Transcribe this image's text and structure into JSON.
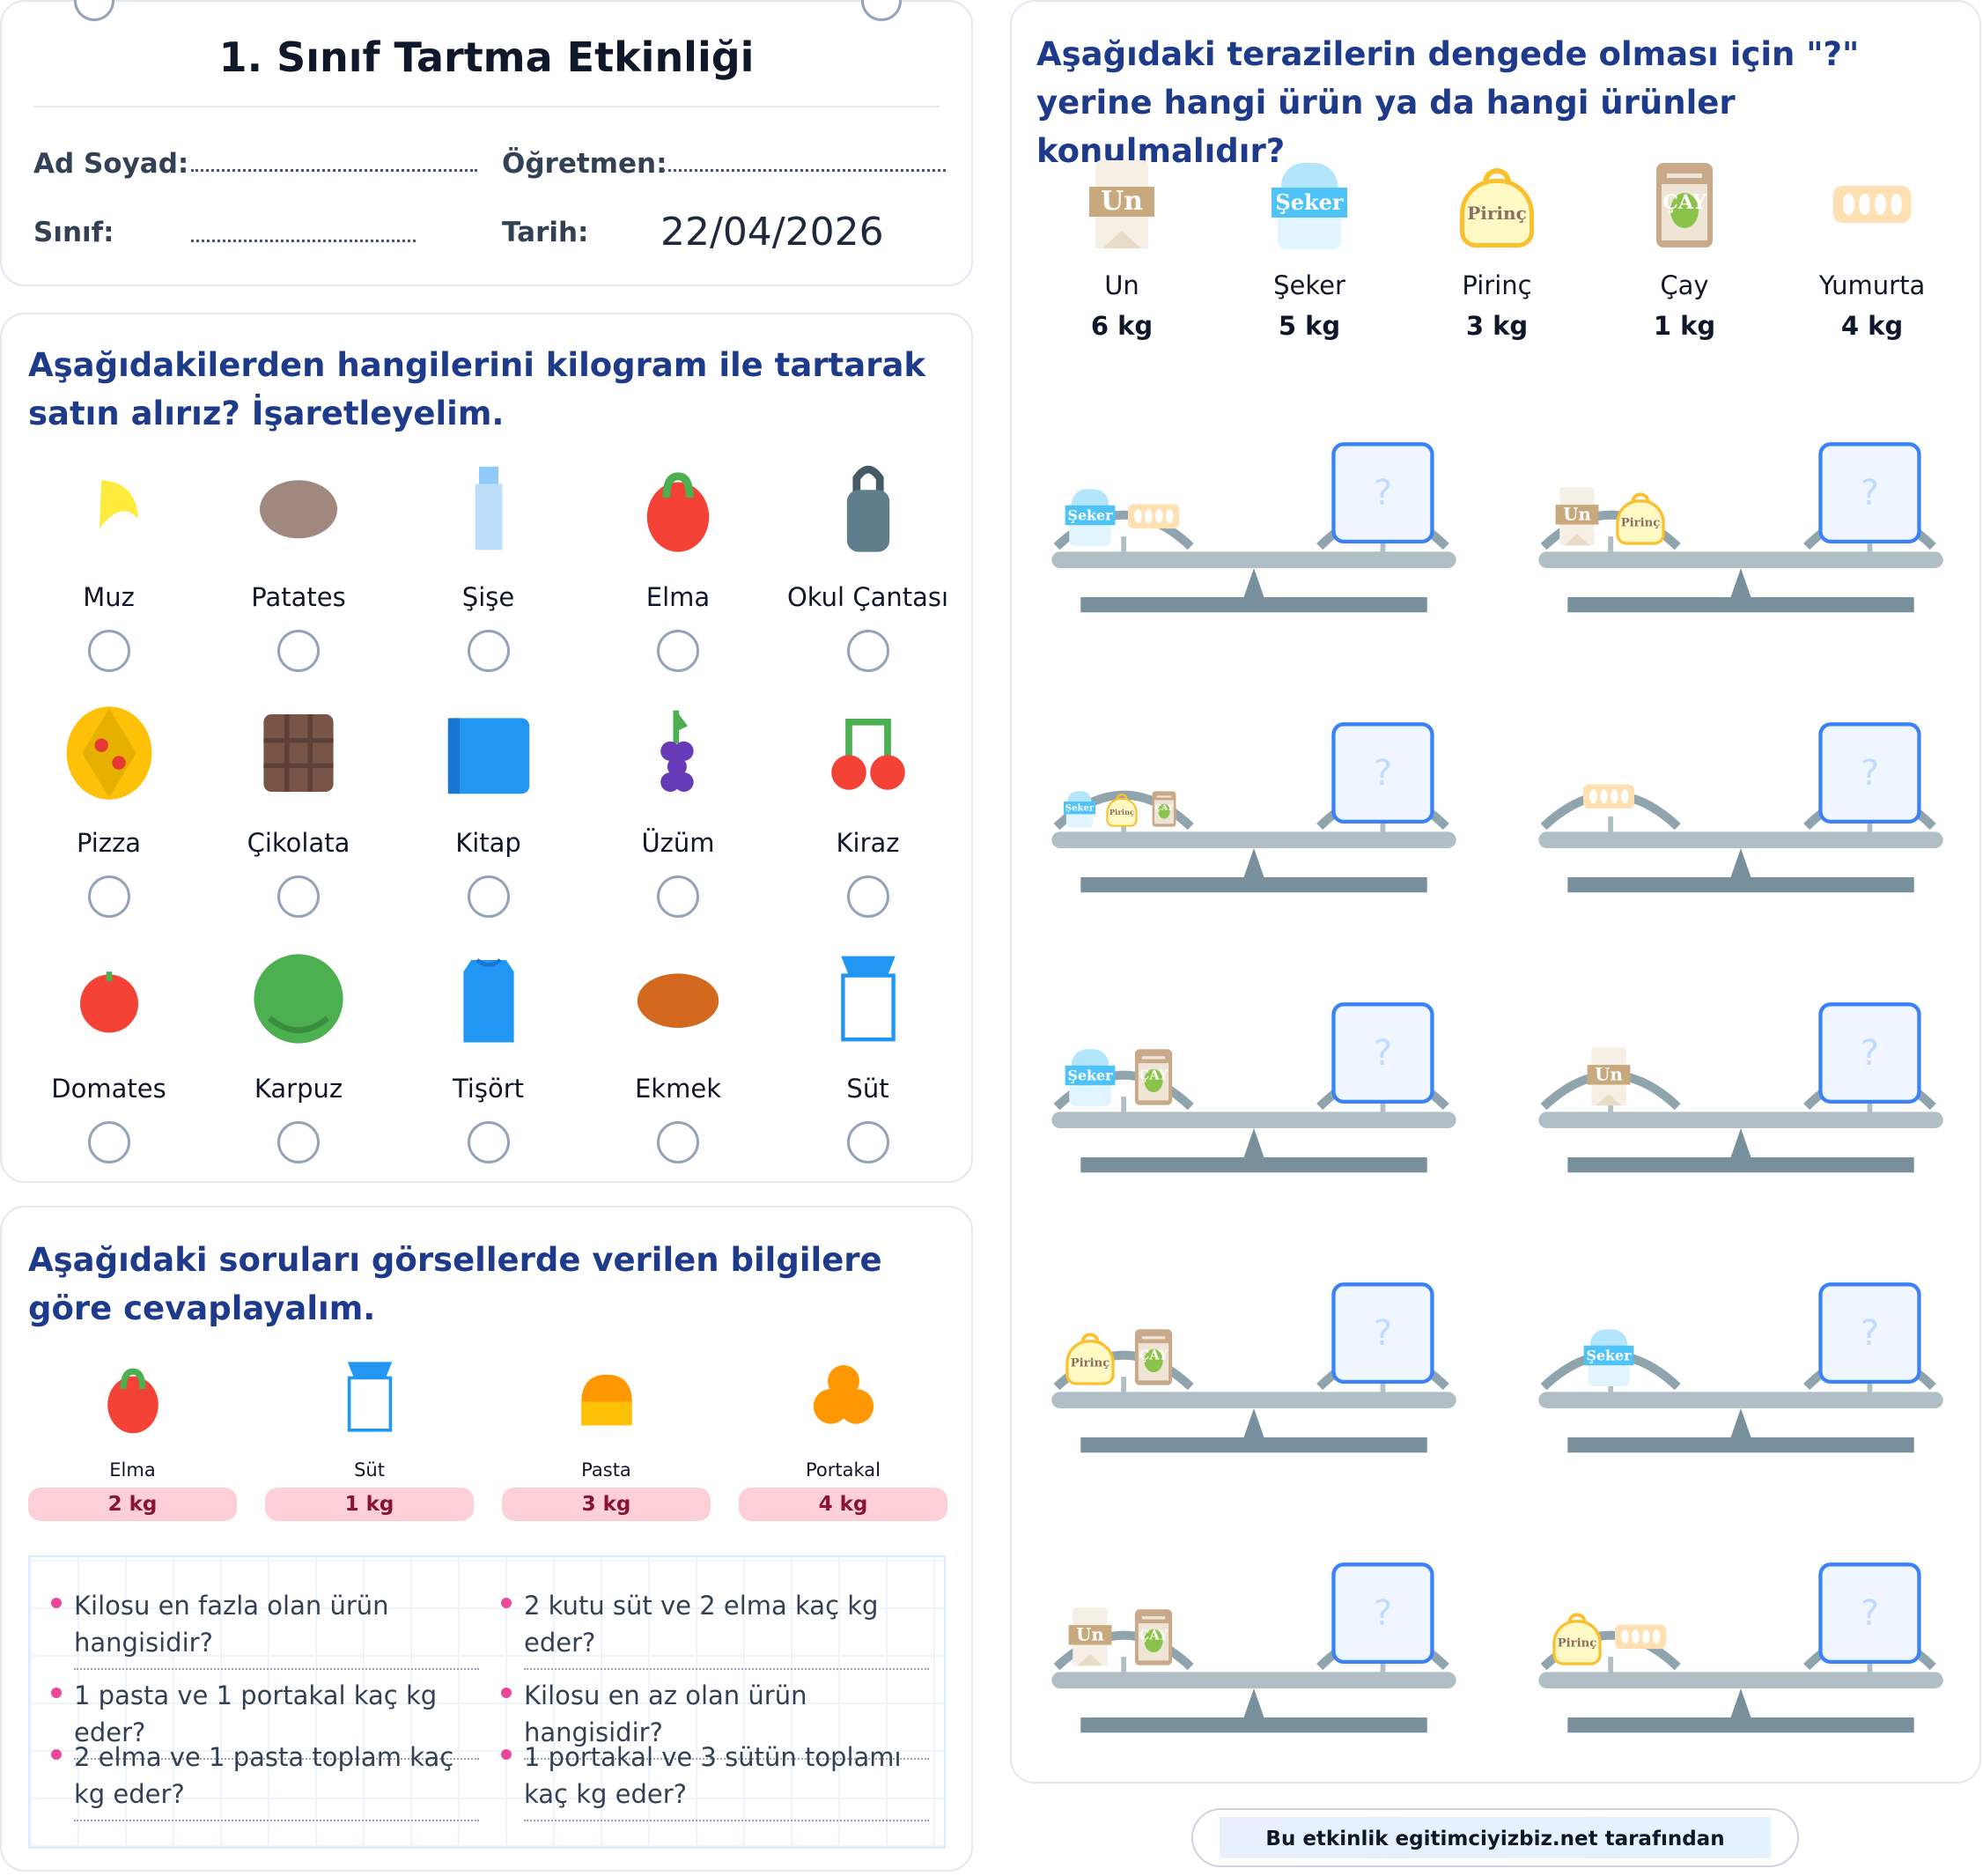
{
  "header": {
    "title": "1. Sınıf Tartma Etkinliği",
    "name_label": "Ad Soyad:",
    "teacher_label": "Öğretmen:",
    "class_label": "Sınıf:",
    "date_label": "Tarih:",
    "date_value": "22/04/2026"
  },
  "section1": {
    "heading": "Aşağıdakilerden hangilerini kilogram ile tartarak satın alırız? İşaretleyelim.",
    "items": [
      {
        "label": "Muz",
        "icon": "banana"
      },
      {
        "label": "Patates",
        "icon": "potato"
      },
      {
        "label": "Şişe",
        "icon": "bottle"
      },
      {
        "label": "Elma",
        "icon": "apple"
      },
      {
        "label": "Okul Çantası",
        "icon": "school-bag"
      },
      {
        "label": "Pizza",
        "icon": "pizza"
      },
      {
        "label": "Çikolata",
        "icon": "chocolate"
      },
      {
        "label": "Kitap",
        "icon": "book"
      },
      {
        "label": "Üzüm",
        "icon": "grapes"
      },
      {
        "label": "Kiraz",
        "icon": "cherry"
      },
      {
        "label": "Domates",
        "icon": "tomato"
      },
      {
        "label": "Karpuz",
        "icon": "watermelon"
      },
      {
        "label": "Tişört",
        "icon": "tshirt"
      },
      {
        "label": "Ekmek",
        "icon": "bread"
      },
      {
        "label": "Süt",
        "icon": "milk"
      }
    ]
  },
  "section2": {
    "heading": "Aşağıdaki soruları görsellerde verilen bilgilere göre cevaplayalım.",
    "items": [
      {
        "label": "Elma",
        "weight": "2 kg",
        "icon": "apple"
      },
      {
        "label": "Süt",
        "weight": "1 kg",
        "icon": "milk"
      },
      {
        "label": "Pasta",
        "weight": "3 kg",
        "icon": "cake"
      },
      {
        "label": "Portakal",
        "weight": "4 kg",
        "icon": "orange"
      }
    ],
    "questions": [
      "Kilosu en fazla olan ürün hangisidir?",
      "2 kutu süt ve 2 elma kaç kg eder?",
      "1 pasta ve 1 portakal kaç kg eder?",
      "Kilosu en az olan ürün hangisidir?",
      "2 elma ve 1 pasta toplam kaç kg eder?",
      "1 portakal ve 3 sütün toplamı kaç kg eder?"
    ]
  },
  "section3": {
    "heading": "Aşağıdaki terazilerin dengede olması için \"?\" yerine hangi ürün ya da hangi ürünler konulmalıdır?",
    "products": {
      "un": {
        "name": "Un",
        "weight": "6 kg",
        "icon_text": "Un"
      },
      "seker": {
        "name": "Şeker",
        "weight": "5 kg",
        "icon_text": "Şeker"
      },
      "pirinc": {
        "name": "Pirinç",
        "weight": "3 kg",
        "icon_text": "Pirinç"
      },
      "cay": {
        "name": "Çay",
        "weight": "1 kg",
        "icon_text": "ÇAY"
      },
      "yumurta": {
        "name": "Yumurta",
        "weight": "4 kg",
        "icon_text": ""
      }
    },
    "product_order": [
      "un",
      "seker",
      "pirinc",
      "cay",
      "yumurta"
    ],
    "question_mark": "?",
    "scales": [
      {
        "left": [
          "seker",
          "yumurta"
        ]
      },
      {
        "left": [
          "un",
          "pirinc"
        ]
      },
      {
        "left": [
          "seker",
          "pirinc",
          "cay"
        ]
      },
      {
        "left": [
          "yumurta"
        ]
      },
      {
        "left": [
          "seker",
          "cay"
        ]
      },
      {
        "left": [
          "un"
        ]
      },
      {
        "left": [
          "pirinc",
          "cay"
        ]
      },
      {
        "left": [
          "seker"
        ]
      },
      {
        "left": [
          "un",
          "cay"
        ]
      },
      {
        "left": [
          "pirinc",
          "yumurta"
        ]
      }
    ]
  },
  "footer": {
    "text": "Bu etkinlik egitimciyizbiz.net tarafından üretilmiştir."
  }
}
